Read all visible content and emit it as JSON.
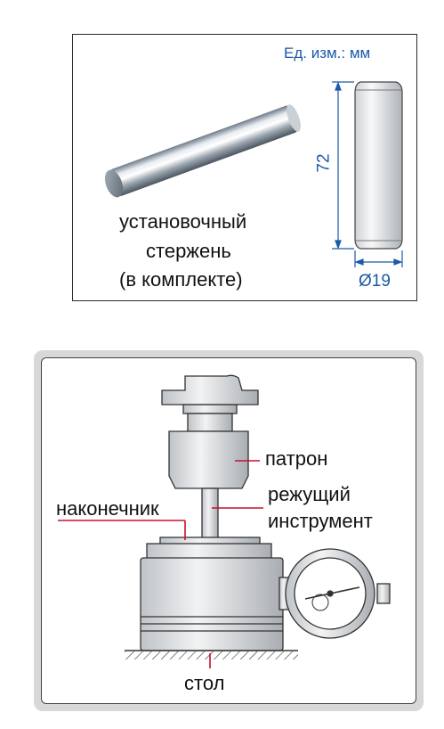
{
  "top_panel": {
    "units_label": "Ед. изм.: мм",
    "rod_caption_line1": "установочный",
    "rod_caption_line2": "стержень",
    "rod_caption_line3": "(в комплекте)",
    "length_dimension": "72",
    "diameter_dimension": "Ø19"
  },
  "bottom_panel": {
    "label_chuck": "патрон",
    "label_cutting_tool_line1": "режущий",
    "label_cutting_tool_line2": "инструмент",
    "label_tip": "наконечник",
    "label_table": "стол"
  },
  "colors": {
    "dimension_blue": "#1a5aa8",
    "leader_red": "#c8102e",
    "panel_gray": "#d8d8d8"
  }
}
